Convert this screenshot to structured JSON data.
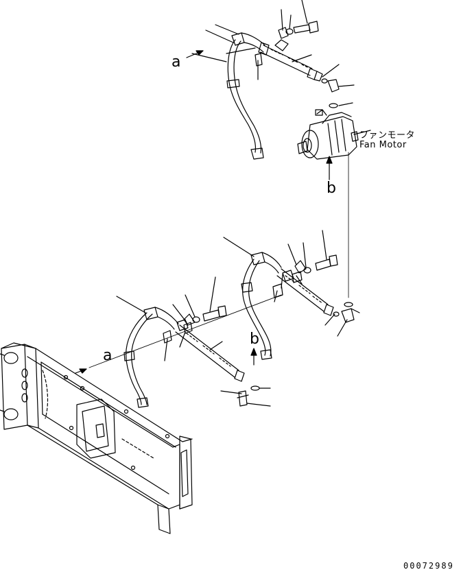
{
  "labels": {
    "a_top": "a",
    "a_bottom": "a",
    "b_motor": "b",
    "b_lower": "b",
    "fan_motor_jp": "ファンモータ",
    "fan_motor_en": "Fan Motor"
  },
  "drawing_number": "00072989"
}
